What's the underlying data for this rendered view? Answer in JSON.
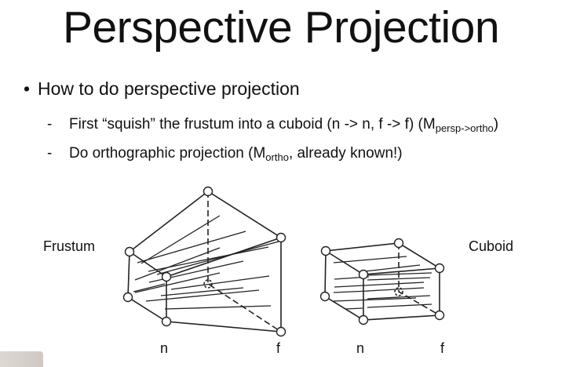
{
  "slide": {
    "title": "Perspective Projection",
    "bullet": "How to do perspective projection",
    "sub_items": [
      {
        "text": "First “squish” the frustum into a cuboid (n -> n, f -> f) (M",
        "subscript": "persp->ortho",
        "suffix": ")"
      },
      {
        "text": "Do orthographic projection (M",
        "subscript": "ortho",
        "suffix": ", already known!)"
      }
    ]
  },
  "figure": {
    "frustum_label": "Frustum",
    "cuboid_label": "Cuboid",
    "frustum_near_label": "n",
    "frustum_far_label": "f",
    "cuboid_near_label": "n",
    "cuboid_far_label": "f"
  }
}
